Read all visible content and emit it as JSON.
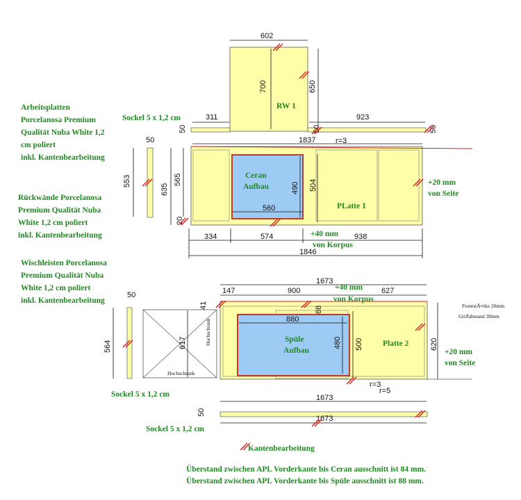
{
  "notes": {
    "arbeitsplatten": "Arbeitsplatten\nPorcelanosa Premium\nQualität Nuba White 1,2\ncm poliert\ninkl. Kantenbearbeitung",
    "rueckwaende": "Rückwände Porcelanosa\nPremium Qualität Nuba\nWhite 1,2 cm poliert\ninkl. Kantenbearbeitung",
    "wischleisten": "Wischleisten Porcelanosa\nPremium Qualität Nuba\nWhite 1,2 cm poliert\ninkl. Kantenbearbeitung"
  },
  "labels": {
    "rw1": "RW 1",
    "sockel_top": "Sockel 5 x 1,2 cm",
    "sockel_mid": "Sockel 5 x 1,2 cm",
    "sockel_bottom": "Sockel 5 x 1,2 cm",
    "ceran_1": "Ceran",
    "ceran_2": "Aufbau",
    "platte1": "PLatte 1",
    "plus20_1": "+20 mm",
    "vonseite_1": "von Seite",
    "plus40_1": "+40 mm",
    "vonkorpus_1": "von Korpus",
    "plus40_2": "+40 mm",
    "vonkorpus_2": "von Korpus",
    "spuele_1": "Spüle",
    "spuele_2": "Aufbau",
    "platte2": "Platte 2",
    "plus20_2": "+20 mm",
    "vonseite_2": "von Seite",
    "fronts": "FrontstÃ¤rke 20mm",
    "griff": "Griffabstand 30mm",
    "kanten": "Kantenbearbeitung",
    "ueber_ceran": "Überstand zwischen APL Vorderkante bis Ceran ausschnitt ist 84 mm.",
    "ueber_spuele": "Überstand zwischen APL Vorderkante bis Spüle ausschnitt ist 88 mm.",
    "r3_top": "r=3",
    "r3_bottom": "r=3",
    "r5": "r=5",
    "cab_label": "Hochschrank",
    "cab_side": "Hochschrank"
  },
  "dims": {
    "d602": "602",
    "d700": "700",
    "d650": "650",
    "d311": "311",
    "d923": "923",
    "d50a": "50",
    "d50b": "50",
    "d50c": "50",
    "d50d": "50",
    "d1837": "1837",
    "d553": "553",
    "d635": "635",
    "d565": "565",
    "d20": "20",
    "d490": "490",
    "d504": "504",
    "d560": "560",
    "d334": "334",
    "d574": "574",
    "d938": "938",
    "d1846": "1846",
    "d1673a": "1673",
    "d147": "147",
    "d900": "900",
    "d627": "627",
    "d50e": "50",
    "d41": "41",
    "d564": "564",
    "d617": "617",
    "d880": "880",
    "d88": "88",
    "d480": "480",
    "d500": "500",
    "d620": "620",
    "d1673b": "1673",
    "d50f": "50",
    "d1673c": "1673"
  },
  "colors": {
    "slab": "#fefea9",
    "cutout": "#9ecbf4",
    "edge": "#d81b1b",
    "label": "#1f8a1f"
  }
}
